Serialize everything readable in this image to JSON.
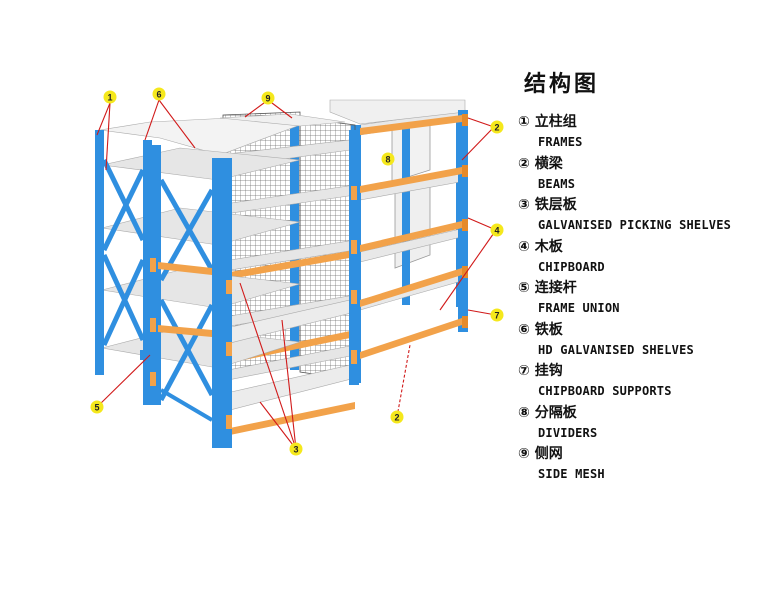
{
  "legend": {
    "title": "结构图",
    "items": [
      {
        "marker": "①",
        "cn": "立柱组",
        "en": "FRAMES"
      },
      {
        "marker": "②",
        "cn": "横梁",
        "en": "BEAMS"
      },
      {
        "marker": "③",
        "cn": "铁层板",
        "en": "GALVANISED PICKING SHELVES"
      },
      {
        "marker": "④",
        "cn": "木板",
        "en": "CHIPBOARD"
      },
      {
        "marker": "⑤",
        "cn": "连接杆",
        "en": "FRAME UNION"
      },
      {
        "marker": "⑥",
        "cn": "铁板",
        "en": "HD GALVANISED SHELVES"
      },
      {
        "marker": "⑦",
        "cn": "挂钩",
        "en": "CHIPBOARD SUPPORTS"
      },
      {
        "marker": "⑧",
        "cn": "分隔板",
        "en": "DIVIDERS"
      },
      {
        "marker": "⑨",
        "cn": "侧网",
        "en": "SIDE MESH"
      }
    ]
  },
  "callouts": [
    "1",
    "6",
    "9",
    "2",
    "8",
    "4",
    "7",
    "5",
    "3",
    "2"
  ],
  "colors": {
    "upright_blue": "#2f8fe0",
    "beam_orange": "#f2a24a",
    "shelf_gray": "#e6e6e6",
    "callout_yellow": "#f5e81c",
    "leader_red": "#d11a1a",
    "mesh_gray": "#6b6b6b"
  }
}
